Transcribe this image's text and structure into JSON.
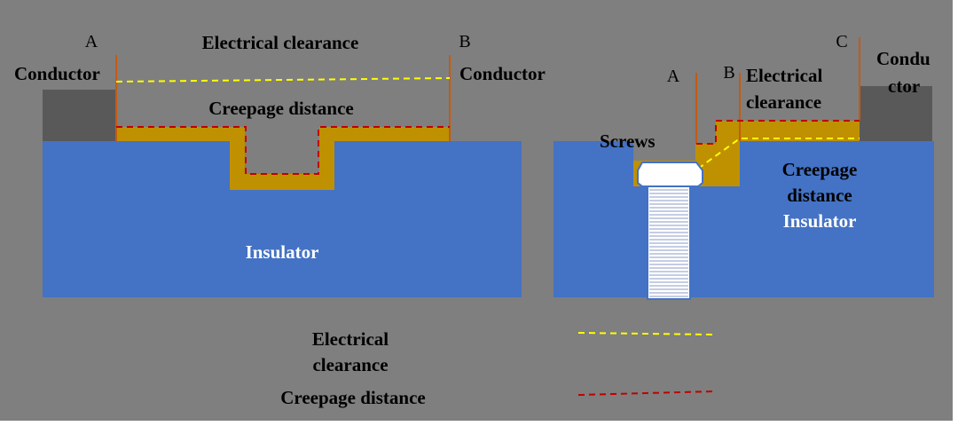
{
  "colors": {
    "background": "#7f7f7f",
    "insulator": "#4472c4",
    "conductor": "#595959",
    "filler": "#bf9000",
    "pole": "#c55a11",
    "clearance_line": "#ffff00",
    "creepage_line": "#c00000",
    "screw_fill": "#ffffff",
    "screw_outline": "#4472c4"
  },
  "left_diagram": {
    "point_a": "A",
    "point_b": "B",
    "electrical_clearance": "Electrical clearance",
    "conductor_left": "Conductor",
    "conductor_right": "Conductor",
    "creepage_distance": "Creepage distance",
    "insulator": "Insulator"
  },
  "right_diagram": {
    "point_a": "A",
    "point_b": "B",
    "point_c": "C",
    "electrical_clearance_line1": "Electrical",
    "electrical_clearance_line2": "clearance",
    "conductor_line1": "Condu",
    "conductor_line2": "ctor",
    "screws": "Screws",
    "creepage_line1": "Creepage",
    "creepage_line2": "distance",
    "insulator": "Insulator"
  },
  "legend": {
    "clearance_line1": "Electrical",
    "clearance_line2": "clearance",
    "creepage": "Creepage distance"
  }
}
